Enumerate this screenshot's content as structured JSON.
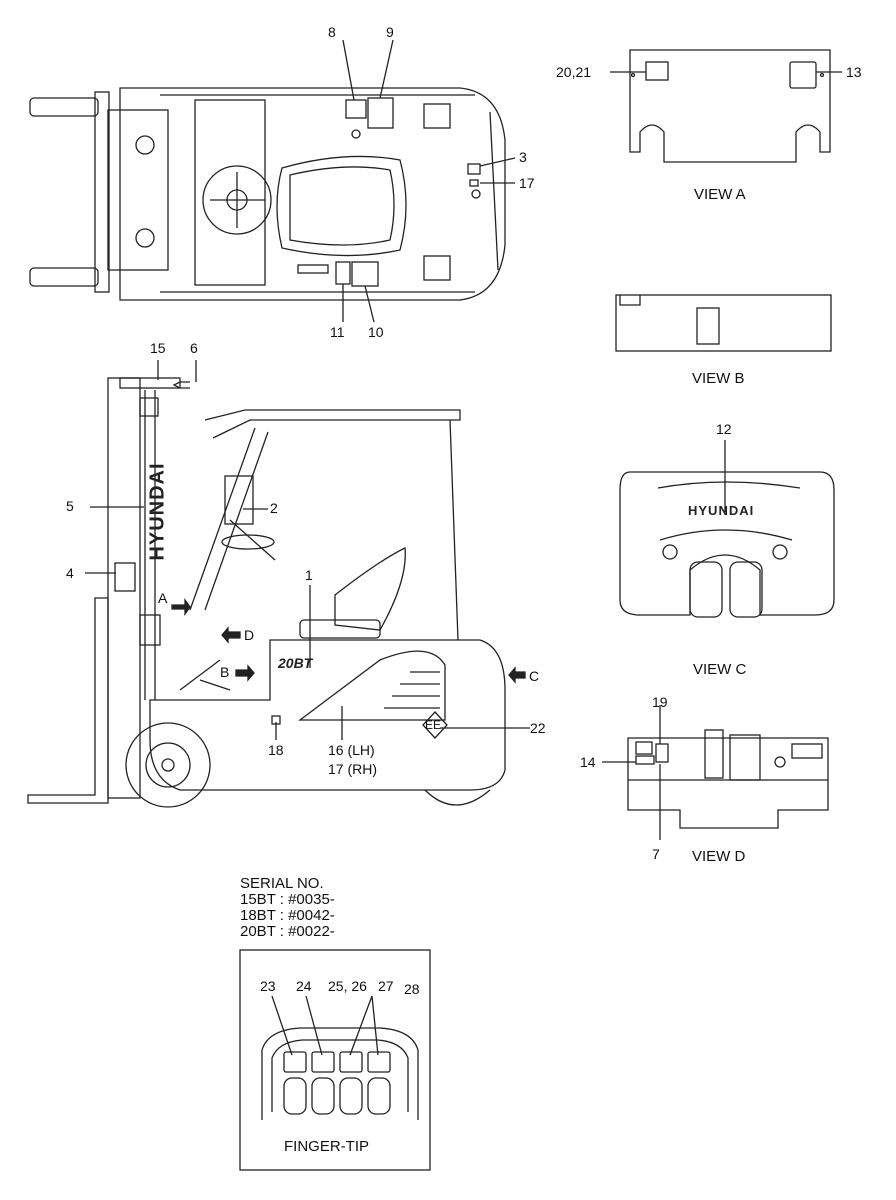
{
  "callouts": {
    "c1": "1",
    "c2": "2",
    "c3": "3",
    "c4": "4",
    "c5": "5",
    "c6": "6",
    "c7": "7",
    "c8": "8",
    "c9": "9",
    "c10": "10",
    "c11": "11",
    "c12": "12",
    "c13": "13",
    "c14": "14",
    "c15": "15",
    "c16": "16 (LH)",
    "c17_rh": "17 (RH)",
    "c17": "17",
    "c18": "18",
    "c19": "19",
    "c20_21": "20,21",
    "c22": "22",
    "c23": "23",
    "c24": "24",
    "c25_26": "25, 26",
    "c27": "27",
    "c28": "28"
  },
  "arrows": {
    "a": "A",
    "b": "B",
    "c": "C",
    "d": "D"
  },
  "views": {
    "view_a": "VIEW A",
    "view_b": "VIEW B",
    "view_c": "VIEW C",
    "view_d": "VIEW D",
    "finger_tip": "FINGER-TIP"
  },
  "serial": {
    "heading": "SERIAL NO.",
    "line1": "15BT : #0035-",
    "line2": "18BT : #0042-",
    "line3": "20BT : #0022-"
  },
  "decals": {
    "mast_brand": "HYUNDAI",
    "front_brand": "HYUNDAI",
    "model_badge": "20BT",
    "ee_mark": "EE"
  }
}
